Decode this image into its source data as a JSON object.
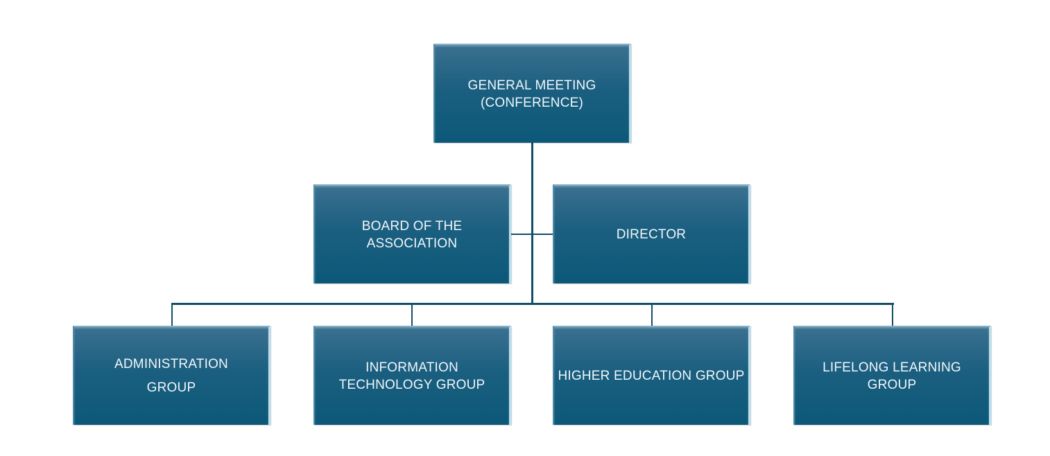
{
  "chart": {
    "top": {
      "label": "GENERAL MEETING\n(CONFERENCE)"
    },
    "middle": [
      {
        "label": "BOARD OF THE\nASSOCIATION"
      },
      {
        "label": "DIRECTOR"
      }
    ],
    "groups": [
      {
        "label": "ADMINISTRATION\nGROUP"
      },
      {
        "label": "INFORMATION\nTECHNOLOGY GROUP"
      },
      {
        "label": "HIGHER EDUCATION GROUP"
      },
      {
        "label": "LIFELONG LEARNING\nGROUP"
      }
    ]
  },
  "colors": {
    "box": "#1b5f80",
    "line": "#124e66",
    "text": "#f2f7fa"
  }
}
